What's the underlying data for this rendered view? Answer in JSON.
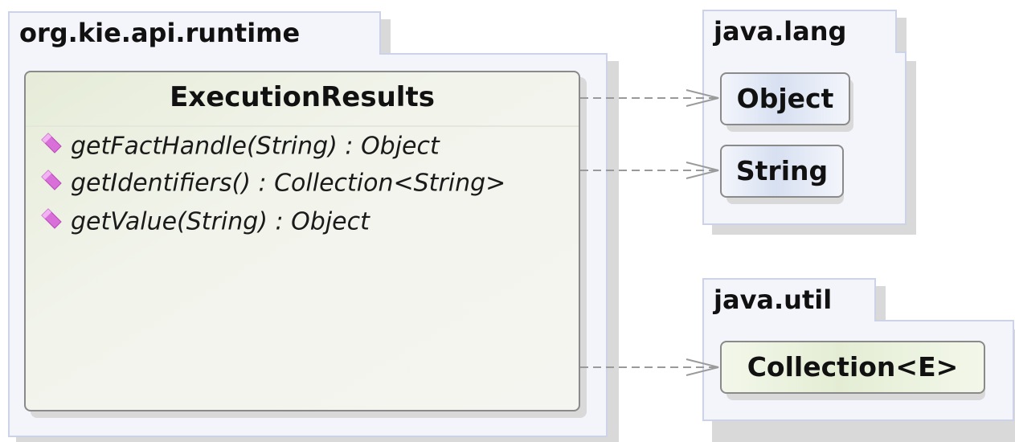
{
  "packages": {
    "runtime": {
      "name": "org.kie.api.runtime"
    },
    "lang": {
      "name": "java.lang"
    },
    "util": {
      "name": "java.util"
    }
  },
  "main_class": {
    "name": "ExecutionResults",
    "methods": [
      "getFactHandle(String) : Object",
      "getIdentifiers() : Collection<String>",
      "getValue(String) : Object"
    ]
  },
  "referenced_classes": {
    "object": "Object",
    "string": "String",
    "collection": "Collection<E>"
  },
  "colors": {
    "package_fill": "#f4f5fb",
    "package_border": "#cdd3e6",
    "method_icon": "#d96fd9",
    "edge": "#9a9a9a"
  },
  "icons": {
    "method": "method-diamond-icon"
  }
}
